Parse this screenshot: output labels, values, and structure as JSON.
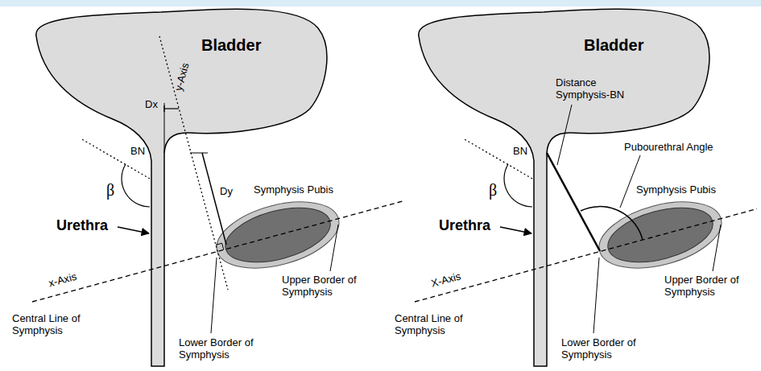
{
  "diagram": {
    "labels": [
      "Bladder",
      "y-Axis",
      "Dx",
      "BN",
      "Dy",
      "Symphysis Pubis",
      "β",
      "Urethra",
      "x-Axis",
      "Central Line of Symphysis",
      "Upper Border of Symphysis",
      "Lower Border of Symphysis",
      "Bladder",
      "Distance Symphysis-BN",
      "BN",
      "Pubourethral Angle",
      "Symphysis Pubis",
      "β",
      "Urethra",
      "X-Axis",
      "Central Line of Symphysis",
      "Upper Border of Symphysis",
      "Lower Border of Symphysis"
    ]
  }
}
